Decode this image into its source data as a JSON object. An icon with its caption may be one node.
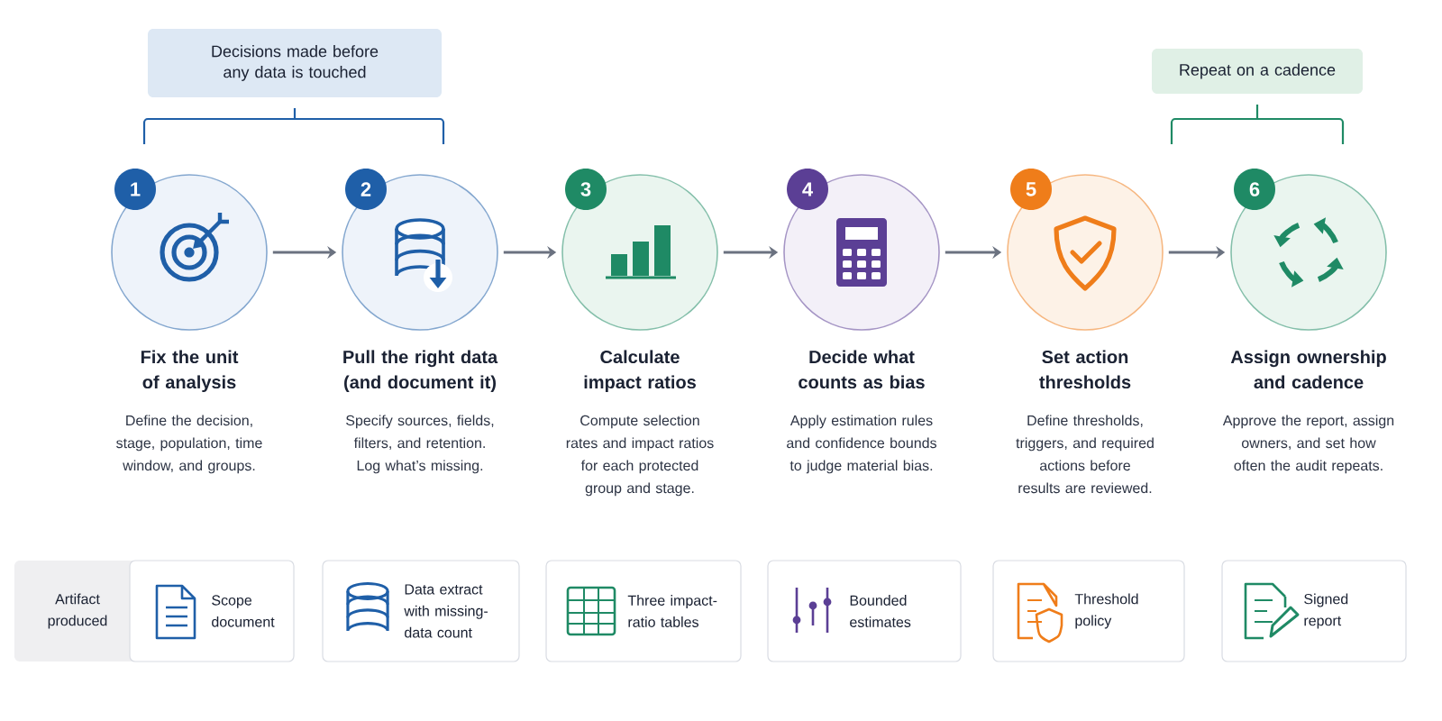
{
  "diagram": {
    "nodes": [
      {
        "text": [
          "Decisions made before any data is touched"
        ]
      },
      {
        "text": [
          "Repeat on a cadence"
        ]
      },
      {
        "text": [
          "Fix the unit of analysis",
          "Define the decision, stage, population, time window, and groups."
        ],
        "beside": [
          "1"
        ]
      },
      {
        "text": [
          "Pull the right data (and document it)",
          "Specify sources, fields, filters, and retention. Log what’s missing."
        ],
        "beside": [
          "2"
        ]
      },
      {
        "text": [
          "Calculate impact ratios",
          "Compute selection rates and impact ratios for each protected group and stage."
        ],
        "beside": [
          "3"
        ]
      },
      {
        "text": [
          "Decide what counts as bias",
          "Apply estimation rules and confidence bounds to judge material bias."
        ],
        "beside": [
          "4"
        ]
      },
      {
        "text": [
          "Set action thresholds",
          "Define thresholds, triggers, and required actions before results are reviewed."
        ],
        "beside": [
          "5"
        ]
      },
      {
        "text": [
          "Assign ownership and cadence",
          "Approve the report, assign owners, and set how often the audit repeats."
        ],
        "beside": [
          "6"
        ]
      },
      {
        "text": [
          "Artifact produced"
        ]
      },
      {
        "text": [
          "Scope document"
        ]
      },
      {
        "text": [
          "Data extract with missing-data count"
        ]
      },
      {
        "text": [
          "Three impact-ratio tables"
        ]
      },
      {
        "text": [
          "Bounded estimates"
        ]
      },
      {
        "text": [
          "Threshold policy"
        ]
      },
      {
        "text": [
          "Signed report"
        ]
      }
    ],
    "edges": [
      {
        "from": 2,
        "to": 3,
        "arrow": "to"
      },
      {
        "from": 3,
        "to": 4,
        "arrow": "to"
      },
      {
        "from": 4,
        "to": 5,
        "arrow": "to"
      },
      {
        "from": 5,
        "to": 6,
        "arrow": "to"
      },
      {
        "from": 6,
        "to": 7,
        "arrow": "to"
      }
    ]
  }
}
